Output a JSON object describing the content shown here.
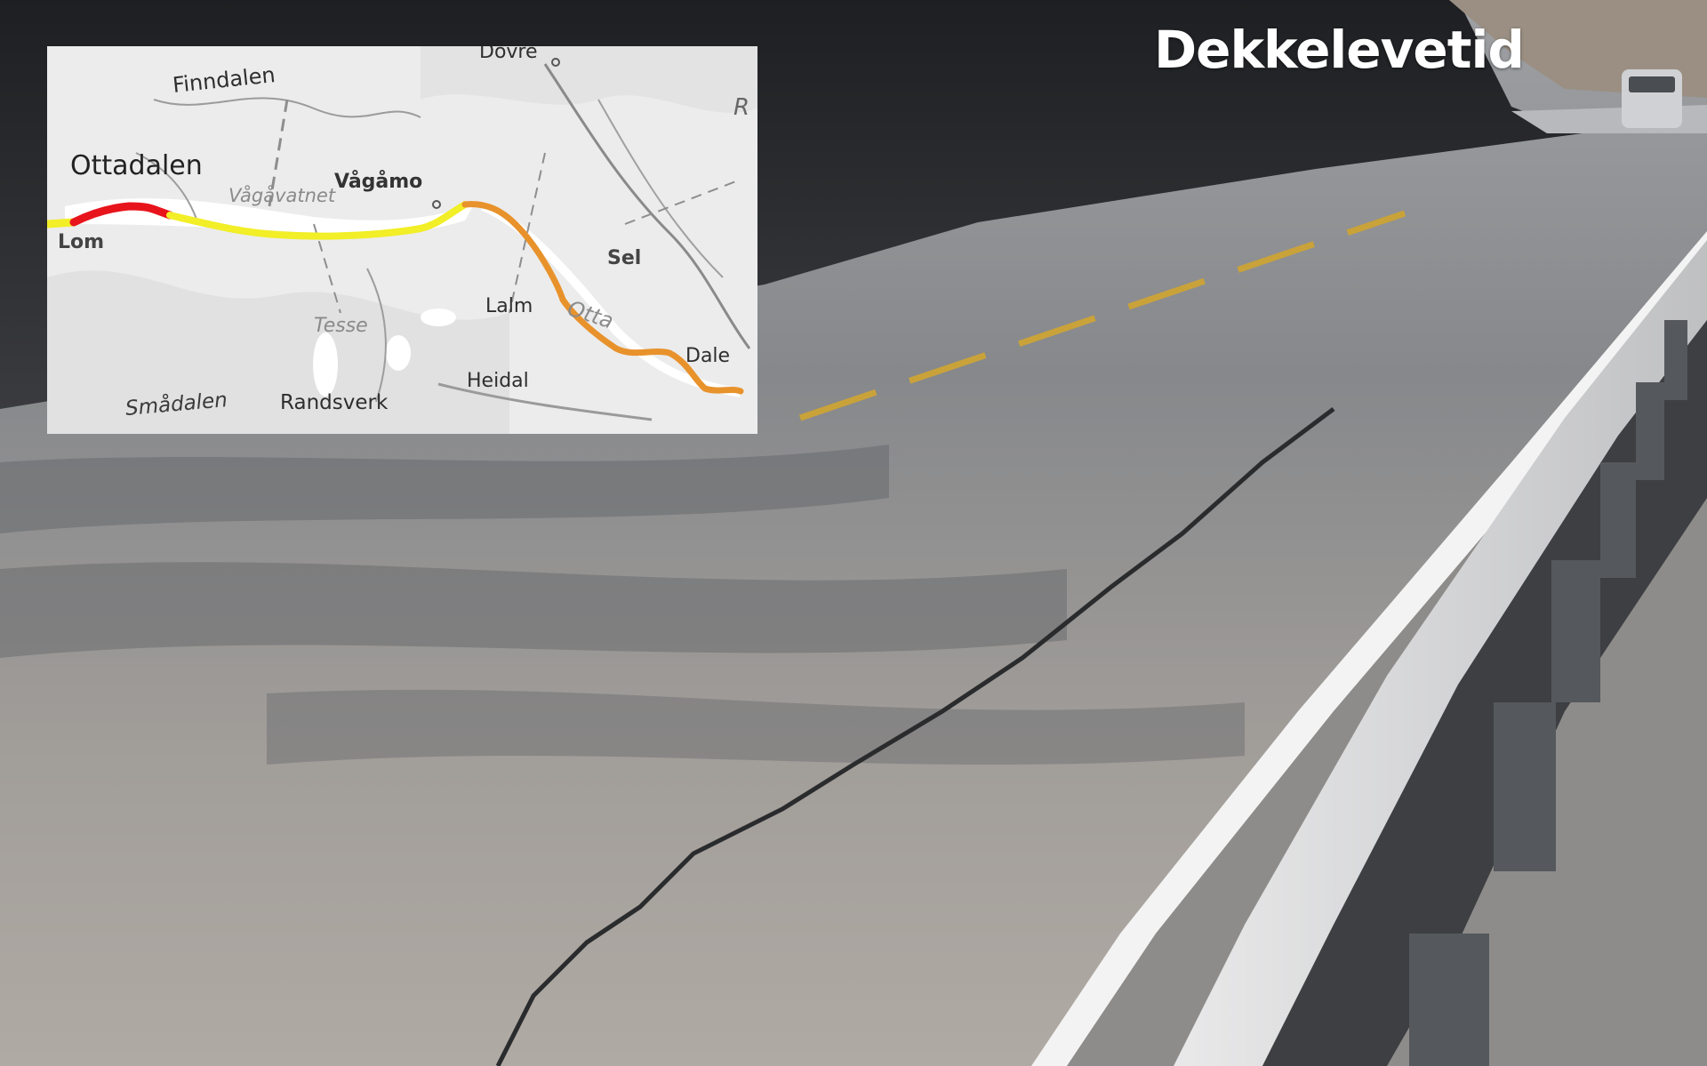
{
  "slide": {
    "title": "Dekkelevetid"
  },
  "map": {
    "labels": {
      "dovre": "Dovre",
      "finndalen": "Finndalen",
      "ottadalen": "Ottadalen",
      "vagamo": "Vågåmo",
      "vaglavatnet": "Vågåvatnet",
      "lom": "Lom",
      "sel": "Sel",
      "lalm": "Lalm",
      "otta": "Otta",
      "tesse": "Tesse",
      "dale": "Dale",
      "heidal": "Heidal",
      "smadalen": "Smådalen",
      "randsverk": "Randsverk",
      "edge_letter": "R"
    },
    "segment_colors": {
      "red": "#e8141c",
      "yellow": "#f2ee27",
      "orange": "#e8922c"
    }
  }
}
